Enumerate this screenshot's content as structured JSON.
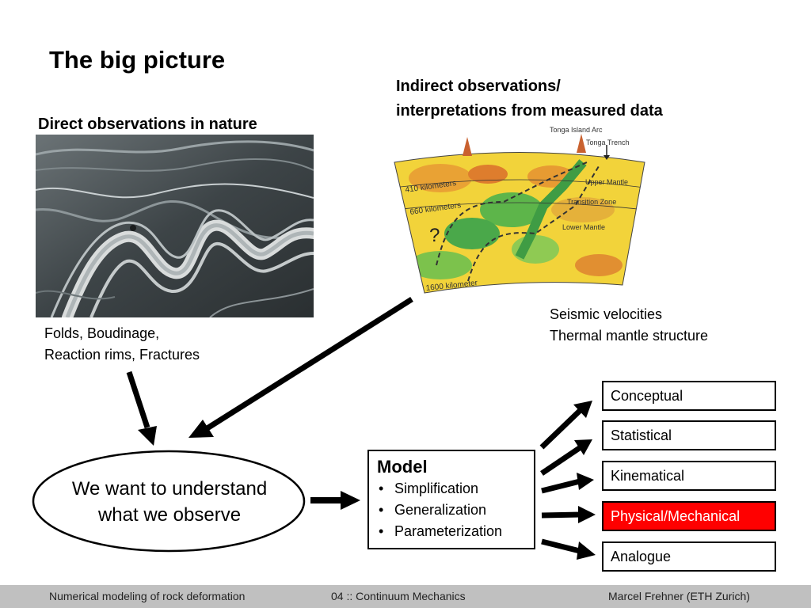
{
  "title": "The big picture",
  "direct": {
    "heading": "Direct observations in nature",
    "caption_line1": "Folds, Boudinage,",
    "caption_line2": "Reaction rims, Fractures"
  },
  "indirect": {
    "heading_line1": "Indirect observations/",
    "heading_line2": "interpretations from measured data",
    "caption_line1": "Seismic velocities",
    "caption_line2": "Thermal mantle structure",
    "figure": {
      "top_label1": "Tonga Island Arc",
      "top_label2": "Tonga Trench",
      "depth_410": "410 kilometers",
      "depth_660": "660 kilometers",
      "depth_1600": "1600 kilometer",
      "zone_upper": "Upper Mantle",
      "zone_transition": "Transition Zone",
      "zone_lower": "Lower Mantle",
      "question": "?"
    }
  },
  "goal": {
    "line1": "We want to understand",
    "line2": "what we observe"
  },
  "model": {
    "title": "Model",
    "items": [
      "Simplification",
      "Generalization",
      "Parameterization"
    ]
  },
  "model_types": [
    {
      "label": "Conceptual",
      "highlight": false
    },
    {
      "label": "Statistical",
      "highlight": false
    },
    {
      "label": "Kinematical",
      "highlight": false
    },
    {
      "label": "Physical/Mechanical",
      "highlight": true
    },
    {
      "label": "Analogue",
      "highlight": false
    }
  ],
  "colors": {
    "highlight": "#ff0000",
    "footer_bg": "#c0c0c0"
  },
  "footer": {
    "left": "Numerical modeling of rock deformation",
    "center": "04 :: Continuum Mechanics",
    "right": "Marcel Frehner (ETH Zurich)"
  }
}
